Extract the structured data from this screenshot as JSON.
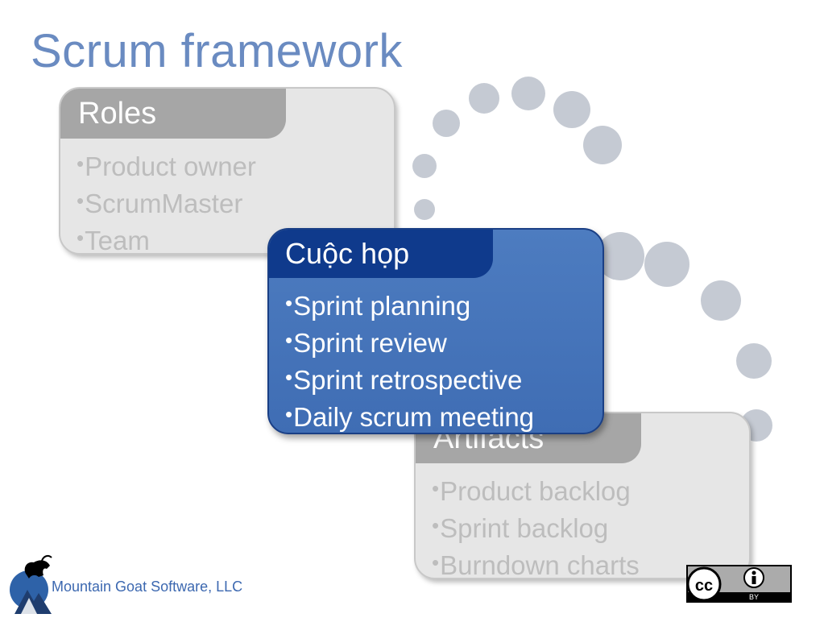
{
  "slide": {
    "title": "Scrum framework"
  },
  "cards": {
    "roles": {
      "heading": "Roles",
      "items": [
        "Product owner",
        "ScrumMaster",
        "Team"
      ]
    },
    "meetings": {
      "heading": "Cuộc họp",
      "items": [
        "Sprint planning",
        "Sprint review",
        "Sprint retrospective",
        "Daily scrum meeting"
      ]
    },
    "artifacts": {
      "heading": "Artifacts",
      "items": [
        "Product backlog",
        "Sprint backlog",
        "Burndown charts"
      ]
    }
  },
  "bullet": "•",
  "footer": {
    "company": "Mountain Goat Software, LLC",
    "logo_icon": "mountain-goat-logo-icon",
    "license_badge": "cc-by-license-icon",
    "license_label": "BY"
  },
  "colors": {
    "title": "#6a8bc1",
    "gray_card": "#e6e6e6",
    "gray_tab": "#a6a6a6",
    "blue_card": "#4a78bd",
    "blue_tab": "#0f3a8c",
    "dots": "#c5cad3"
  }
}
